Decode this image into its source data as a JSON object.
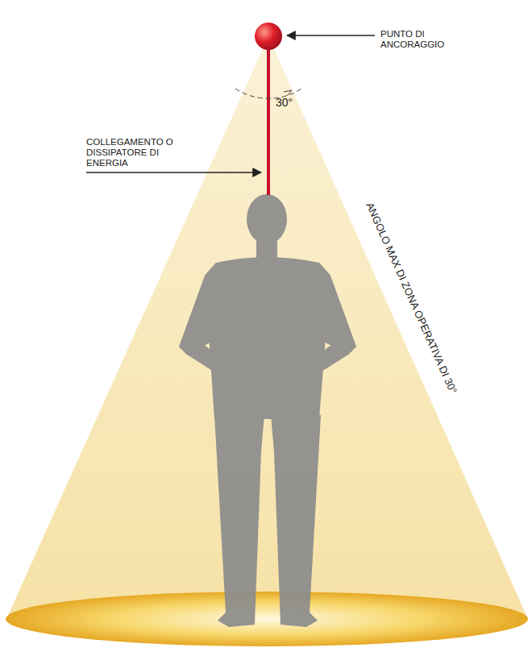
{
  "diagram": {
    "labels": [
      "PUNTO DI ANCORAGGIO",
      "COLLEGAMENTO O DISSIPATORE DI ENERGIA",
      "30°",
      "ANGOLO MAX DI ZONA OPERATIVA DI 30°"
    ]
  }
}
